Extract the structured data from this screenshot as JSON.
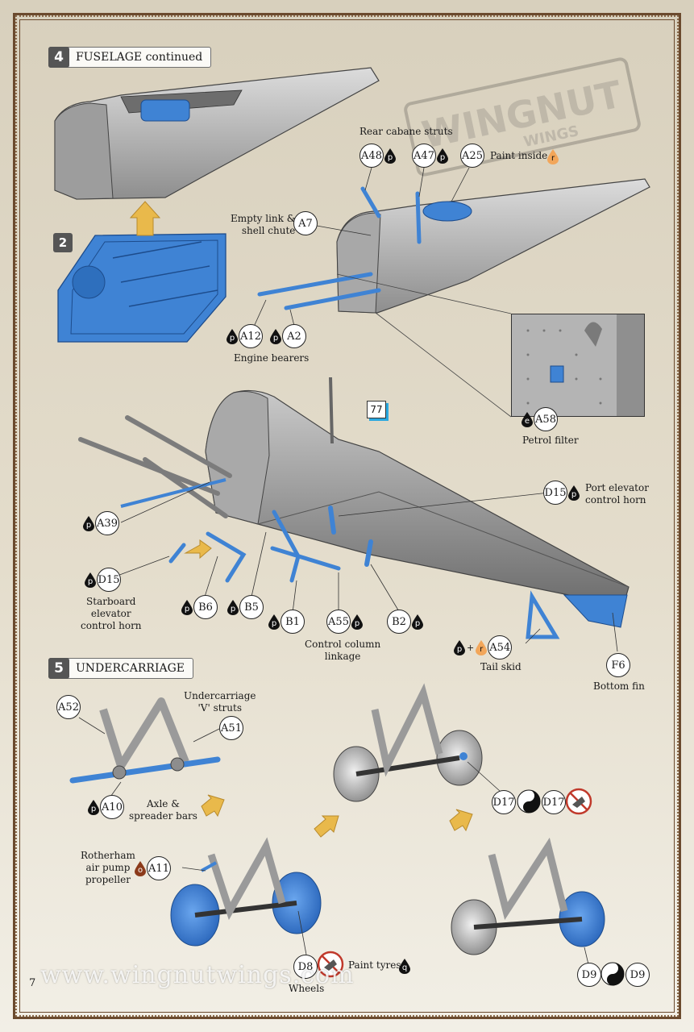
{
  "page_number": "7",
  "website": "www.wingnutwings.com",
  "logo": {
    "line1": "WINGNUT",
    "line2": "WINGS"
  },
  "steps": {
    "s4": {
      "number": "4",
      "title": "FUSELAGE continued",
      "sub_number": "2"
    },
    "s5": {
      "number": "5",
      "title": "UNDERCARRIAGE"
    }
  },
  "paint": {
    "p": "p",
    "r": "r",
    "e": "e",
    "o": "o",
    "q": "q"
  },
  "plus": "+",
  "ref_box": "77",
  "parts": {
    "a48": "A48",
    "a47": "A47",
    "a25": "A25",
    "a7": "A7",
    "a12": "A12",
    "a2": "A2",
    "a58": "A58",
    "d15_port": "D15",
    "a39": "A39",
    "d15_star": "D15",
    "b6": "B6",
    "b5": "B5",
    "b1": "B1",
    "a55": "A55",
    "b2": "B2",
    "a54": "A54",
    "f6": "F6",
    "a52": "A52",
    "a51": "A51",
    "a10": "A10",
    "a11": "A11",
    "d17a": "D17",
    "d17b": "D17",
    "d8": "D8",
    "d9a": "D9",
    "d9b": "D9"
  },
  "labels": {
    "rear_cabane": "Rear cabane struts",
    "paint_inside": "Paint inside",
    "empty_link_1": "Empty link &",
    "empty_link_2": "shell chute",
    "engine_bearers": "Engine bearers",
    "petrol_filter": "Petrol filter",
    "port_elev_1": "Port elevator",
    "port_elev_2": "control horn",
    "star_1": "Starboard",
    "star_2": "elevator",
    "star_3": "control horn",
    "control_col_1": "Control column",
    "control_col_2": "linkage",
    "tail_skid": "Tail skid",
    "bottom_fin": "Bottom fin",
    "uc_struts_1": "Undercarriage",
    "uc_struts_2": "'V' struts",
    "axle_1": "Axle &",
    "axle_2": "spreader bars",
    "rotherham_1": "Rotherham",
    "rotherham_2": "air pump",
    "rotherham_3": "propeller",
    "paint_tyres": "Paint tyres",
    "wheels": "Wheels"
  },
  "colors": {
    "part_blue": "#3f83d4",
    "gray": "#b9b9b9",
    "arrow": "#e9b94b",
    "frame": "#6b4a2e",
    "paint_r": "#f2a65a",
    "paint_o": "#8b3a1a"
  }
}
